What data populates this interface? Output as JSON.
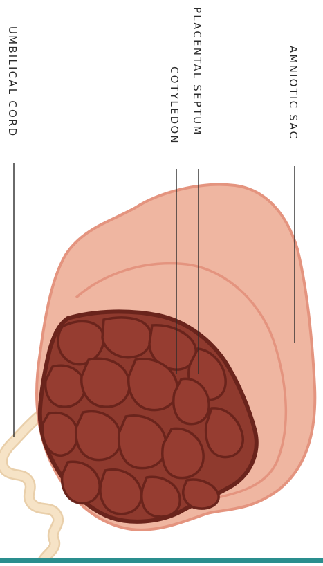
{
  "labels": {
    "amniotic_sac": "AMNIOTIC SAC",
    "placental_septum": "PLACENTAL SEPTUM",
    "cotyledon": "COTYLEDON",
    "umbilical_cord": "UMBILICAL CORD"
  },
  "colors": {
    "amniotic_sac_fill": "#efb6a1",
    "amniotic_sac_stroke": "#e4947f",
    "placenta_fill": "#8f3a2e",
    "placenta_stroke": "#6a241c",
    "cotyledon_fill": "#963d31",
    "cord_fill": "#f6e3c6",
    "cord_stroke": "#e9cfaa",
    "leader_line": "#2b2b2b",
    "bottom_bar": "#2a8e8e"
  }
}
